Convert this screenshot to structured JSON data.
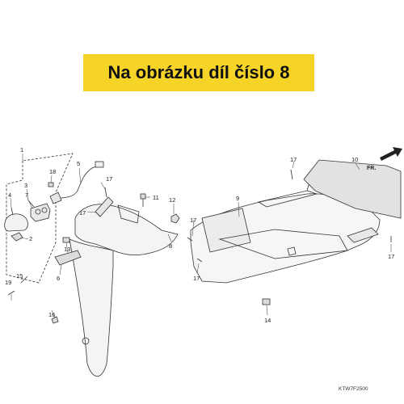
{
  "banner": {
    "text": "Na obrázku díl číslo 8",
    "color": "#f5d327"
  },
  "diagram": {
    "front_marker": "FR.",
    "figure_code": "KTW7F2500",
    "labels": {
      "p1": "1",
      "p2": "2",
      "p3": "3",
      "p4": "4",
      "p5": "5",
      "p6": "6",
      "p7": "7",
      "p8": "8",
      "p9": "9",
      "p10": "10",
      "p11": "11",
      "p12": "12",
      "p13": "13",
      "p14": "14",
      "p15": "15",
      "p16": "16",
      "p17a": "17",
      "p17b": "17",
      "p17c": "17",
      "p17d": "17",
      "p17e": "17",
      "p17f": "17",
      "p18": "18",
      "p19": "19"
    }
  }
}
